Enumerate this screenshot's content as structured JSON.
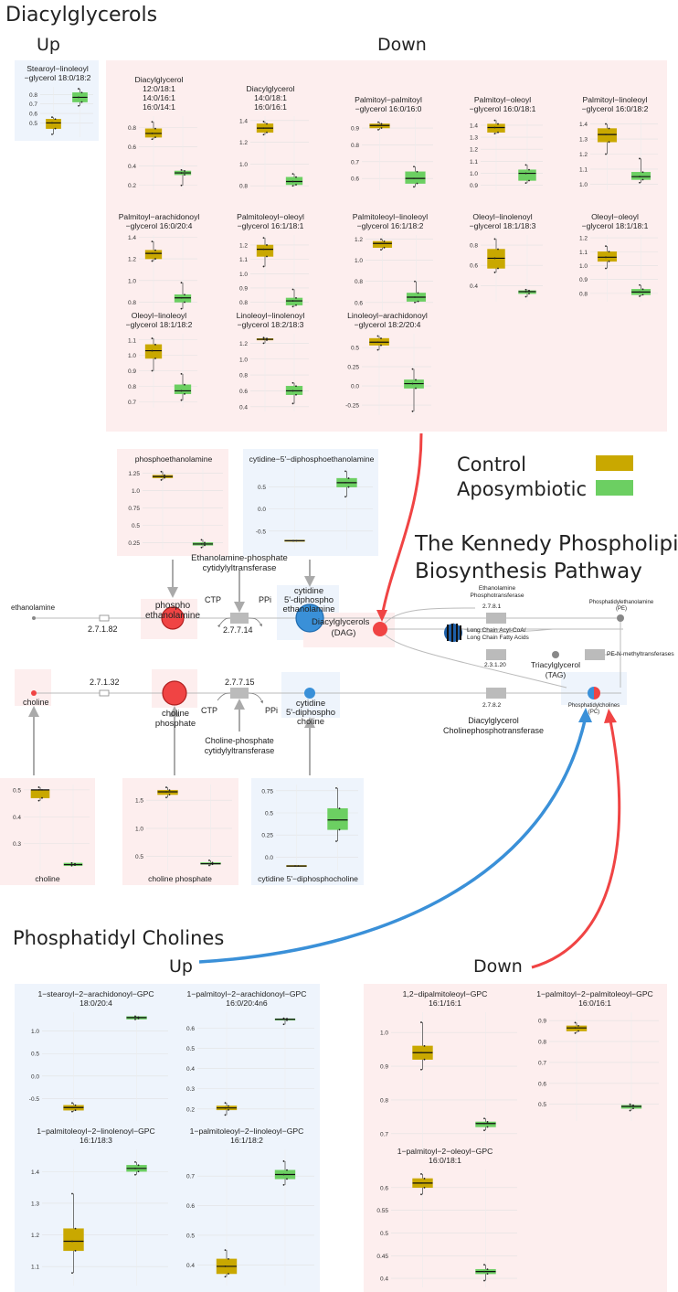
{
  "headings": {
    "dag": "Diacylglycerols",
    "dag_up": "Up",
    "dag_down": "Down",
    "kennedy_line1": "The Kennedy Phospholipid",
    "kennedy_line2": "Biosynthesis Pathway",
    "pc": "Phosphatidyl Cholines",
    "pc_up": "Up",
    "pc_down": "Down"
  },
  "legend": [
    {
      "label": "Control",
      "color": "#c9a800"
    },
    {
      "label": "Aposymbiotic",
      "color": "#6ccf62"
    }
  ],
  "colors": {
    "control": "#c9a800",
    "apo": "#6ccf62",
    "red": "#f04444",
    "blue": "#3a90d8",
    "grey": "#bbbbbb"
  },
  "pathway": {
    "ethanolamine": "ethanolamine",
    "ec_27182": "2.7.1.82",
    "phosphoethanolamine_l1": "phospho",
    "phosphoethanolamine_l2": "ethanolamine",
    "ctp_top": "CTP",
    "ppi_top": "PPi",
    "ec_27714": "2.7.7.14",
    "cdp_etn_l1": "cytidine",
    "cdp_etn_l2": "5'-diphospho",
    "cdp_etn_l3": "ethanolamine",
    "enz_etn_l1": "Ethanolamine-phosphate",
    "enz_etn_l2": "cytidylyltransferase",
    "dag_l1": "Diacylglycerols",
    "dag_l2": "(DAG)",
    "etn_ptrans_l1": "Ethanolamine",
    "etn_ptrans_l2": "Phosphotransferase",
    "ec_278v1": "2.7.8.1",
    "pe_l1": "Phosphatidylethanolamine",
    "pe_l2": "(PE)",
    "lcacoa_l1": "Long Chain Acyl-CoA/",
    "lcacoa_l2": "Long Chain Fatty Acids",
    "ec_23120": "2.3.1.20",
    "tag_l1": "Triacylglycerol",
    "tag_l2": "(TAG)",
    "pe_nmt": "PE-N-methyltransferases",
    "choline": "choline",
    "ec_27132": "2.7.1.32",
    "choline_p_l1": "choline",
    "choline_p_l2": "phosphate",
    "ctp_bot": "CTP",
    "ppi_bot": "PPi",
    "ec_27715": "2.7.7.15",
    "cdp_cho_l1": "cytidine",
    "cdp_cho_l2": "5'-diphospho",
    "cdp_cho_l3": "choline",
    "enz_cho_l1": "Choline-phosphate",
    "enz_cho_l2": "cytidylyltransferase",
    "ec_2782": "2.7.8.2",
    "cpt_l1": "Diacylglycerol",
    "cpt_l2": "Cholinephosphotransferase",
    "pc_l1": "Phosphatidylcholines",
    "pc_l2": "(PC)"
  },
  "chart_data": [
    {
      "id": "dag_up_1",
      "type": "box",
      "title": [
        "Stearoyl−linoleoyl",
        "−glycerol 18:0/18:2"
      ],
      "yticks": [
        0.5,
        0.6,
        0.7,
        0.8
      ],
      "ylim": [
        0.35,
        0.88
      ],
      "control": {
        "q1": 0.44,
        "med": 0.5,
        "q3": 0.54,
        "lo": 0.38,
        "hi": 0.56
      },
      "apo": {
        "q1": 0.72,
        "med": 0.77,
        "q3": 0.82,
        "lo": 0.68,
        "hi": 0.86
      }
    },
    {
      "id": "dag_1",
      "type": "box",
      "title": [
        "Diacylglycerol",
        "12:0/18:1",
        "14:0/16:1",
        "16:0/14:1"
      ],
      "yticks": [
        0.2,
        0.4,
        0.6,
        0.8
      ],
      "ylim": [
        0.15,
        0.92
      ],
      "control": {
        "q1": 0.7,
        "med": 0.74,
        "q3": 0.79,
        "lo": 0.68,
        "hi": 0.86
      },
      "apo": {
        "q1": 0.31,
        "med": 0.33,
        "q3": 0.35,
        "lo": 0.2,
        "hi": 0.36
      }
    },
    {
      "id": "dag_2",
      "type": "box",
      "title": [
        "Diacylglycerol",
        "14:0/18:1",
        "16:0/16:1"
      ],
      "yticks": [
        0.8,
        1.0,
        1.2,
        1.4
      ],
      "ylim": [
        0.76,
        1.44
      ],
      "control": {
        "q1": 1.29,
        "med": 1.33,
        "q3": 1.37,
        "lo": 1.27,
        "hi": 1.39
      },
      "apo": {
        "q1": 0.81,
        "med": 0.84,
        "q3": 0.88,
        "lo": 0.8,
        "hi": 0.91
      }
    },
    {
      "id": "dag_3",
      "type": "box",
      "title": [
        "Palmitoyl−palmitoyl",
        "−glycerol 16:0/16:0"
      ],
      "yticks": [
        0.6,
        0.7,
        0.8,
        0.9
      ],
      "ylim": [
        0.53,
        0.96
      ],
      "control": {
        "q1": 0.9,
        "med": 0.915,
        "q3": 0.925,
        "lo": 0.89,
        "hi": 0.935
      },
      "apo": {
        "q1": 0.57,
        "med": 0.6,
        "q3": 0.64,
        "lo": 0.55,
        "hi": 0.67
      }
    },
    {
      "id": "dag_4",
      "type": "box",
      "title": [
        "Palmitoyl−oleoyl",
        "−glycerol 16:0/18:1"
      ],
      "yticks": [
        0.9,
        1.0,
        1.1,
        1.2,
        1.3,
        1.4
      ],
      "ylim": [
        0.86,
        1.46
      ],
      "control": {
        "q1": 1.34,
        "med": 1.38,
        "q3": 1.41,
        "lo": 1.33,
        "hi": 1.44
      },
      "apo": {
        "q1": 0.94,
        "med": 1.0,
        "q3": 1.03,
        "lo": 0.92,
        "hi": 1.07
      }
    },
    {
      "id": "dag_5",
      "type": "box",
      "title": [
        "Palmitoyl−linoleoyl",
        "−glycerol 16:0/18:2"
      ],
      "yticks": [
        1.0,
        1.1,
        1.2,
        1.3,
        1.4
      ],
      "ylim": [
        0.96,
        1.44
      ],
      "control": {
        "q1": 1.28,
        "med": 1.33,
        "q3": 1.37,
        "lo": 1.2,
        "hi": 1.4
      },
      "apo": {
        "q1": 1.03,
        "med": 1.05,
        "q3": 1.08,
        "lo": 1.01,
        "hi": 1.17
      }
    },
    {
      "id": "dag_6",
      "type": "box",
      "title": [
        "Palmitoyl−arachidonoyl",
        "−glycerol 16:0/20:4"
      ],
      "yticks": [
        0.8,
        1.0,
        1.2,
        1.4
      ],
      "ylim": [
        0.72,
        1.42
      ],
      "control": {
        "q1": 1.2,
        "med": 1.25,
        "q3": 1.28,
        "lo": 1.18,
        "hi": 1.36
      },
      "apo": {
        "q1": 0.8,
        "med": 0.84,
        "q3": 0.87,
        "lo": 0.74,
        "hi": 0.98
      }
    },
    {
      "id": "dag_7",
      "type": "box",
      "title": [
        "Palmitoleoyl−oleoyl",
        "−glycerol 16:1/18:1"
      ],
      "yticks": [
        0.8,
        0.9,
        1.0,
        1.1,
        1.2
      ],
      "ylim": [
        0.74,
        1.27
      ],
      "control": {
        "q1": 1.12,
        "med": 1.17,
        "q3": 1.2,
        "lo": 1.05,
        "hi": 1.25
      },
      "apo": {
        "q1": 0.78,
        "med": 0.81,
        "q3": 0.83,
        "lo": 0.77,
        "hi": 0.89
      }
    },
    {
      "id": "dag_8",
      "type": "box",
      "title": [
        "Palmitoleoyl−linoleoyl",
        "−glycerol 16:1/18:2"
      ],
      "yticks": [
        0.6,
        0.8,
        1.0,
        1.2
      ],
      "ylim": [
        0.52,
        1.24
      ],
      "control": {
        "q1": 1.12,
        "med": 1.16,
        "q3": 1.18,
        "lo": 1.1,
        "hi": 1.2
      },
      "apo": {
        "q1": 0.61,
        "med": 0.65,
        "q3": 0.69,
        "lo": 0.6,
        "hi": 0.8
      }
    },
    {
      "id": "dag_9",
      "type": "box",
      "title": [
        "Oleoyl−linolenoyl",
        "−glycerol 18:1/18:3"
      ],
      "yticks": [
        0.4,
        0.6,
        0.8
      ],
      "ylim": [
        0.24,
        0.9
      ],
      "control": {
        "q1": 0.57,
        "med": 0.67,
        "q3": 0.76,
        "lo": 0.53,
        "hi": 0.86
      },
      "apo": {
        "q1": 0.32,
        "med": 0.34,
        "q3": 0.35,
        "lo": 0.29,
        "hi": 0.36
      }
    },
    {
      "id": "dag_10",
      "type": "box",
      "title": [
        "Oleoyl−oleoyl",
        "−glycerol 18:1/18:1"
      ],
      "yticks": [
        0.8,
        0.9,
        1.0,
        1.1,
        1.2
      ],
      "ylim": [
        0.74,
        1.22
      ],
      "control": {
        "q1": 1.03,
        "med": 1.06,
        "q3": 1.1,
        "lo": 0.98,
        "hi": 1.14
      },
      "apo": {
        "q1": 0.79,
        "med": 0.81,
        "q3": 0.83,
        "lo": 0.78,
        "hi": 0.86
      }
    },
    {
      "id": "dag_11",
      "type": "box",
      "title": [
        "Oleoyl−linoleoyl",
        "−glycerol 18:1/18:2"
      ],
      "yticks": [
        0.7,
        0.8,
        0.9,
        1.0,
        1.1
      ],
      "ylim": [
        0.66,
        1.14
      ],
      "control": {
        "q1": 0.98,
        "med": 1.03,
        "q3": 1.07,
        "lo": 0.9,
        "hi": 1.11
      },
      "apo": {
        "q1": 0.75,
        "med": 0.77,
        "q3": 0.81,
        "lo": 0.71,
        "hi": 0.88
      }
    },
    {
      "id": "dag_12",
      "type": "box",
      "title": [
        "Linoleoyl−linolenoyl",
        "−glycerol 18:2/18:3"
      ],
      "yticks": [
        0.4,
        0.6,
        0.8,
        1.0,
        1.2
      ],
      "ylim": [
        0.34,
        1.32
      ],
      "control": {
        "q1": 1.24,
        "med": 1.25,
        "q3": 1.26,
        "lo": 1.2,
        "hi": 1.27
      },
      "apo": {
        "q1": 0.55,
        "med": 0.6,
        "q3": 0.66,
        "lo": 0.44,
        "hi": 0.7
      }
    },
    {
      "id": "dag_13",
      "type": "box",
      "title": [
        "Linoleoyl−arachidonoyl",
        "−glycerol 18:2/20:4"
      ],
      "yticks": [
        -0.25,
        0.0,
        0.25,
        0.5
      ],
      "ylim": [
        -0.38,
        0.68
      ],
      "control": {
        "q1": 0.53,
        "med": 0.57,
        "q3": 0.62,
        "lo": 0.47,
        "hi": 0.65
      },
      "apo": {
        "q1": -0.03,
        "med": 0.03,
        "q3": 0.08,
        "lo": -0.33,
        "hi": 0.22
      }
    },
    {
      "id": "petn",
      "type": "box",
      "title": [
        "phosphoethanolamine"
      ],
      "yticks": [
        0.25,
        0.5,
        0.75,
        1.0,
        1.25
      ],
      "ylim": [
        0.15,
        1.32
      ],
      "control": {
        "q1": 1.18,
        "med": 1.2,
        "q3": 1.22,
        "lo": 1.15,
        "hi": 1.27
      },
      "apo": {
        "q1": 0.21,
        "med": 0.23,
        "q3": 0.25,
        "lo": 0.18,
        "hi": 0.29
      }
    },
    {
      "id": "cdpetn",
      "type": "box",
      "title": [
        "cytidine−5'−diphosphoethanolamine"
      ],
      "yticks": [
        -0.5,
        0.0,
        0.5
      ],
      "ylim": [
        -0.92,
        0.93
      ],
      "control": {
        "q1": -0.72,
        "med": -0.72,
        "q3": -0.72,
        "lo": -0.72,
        "hi": -0.72
      },
      "apo": {
        "q1": 0.5,
        "med": 0.6,
        "q3": 0.7,
        "lo": 0.28,
        "hi": 0.86
      }
    },
    {
      "id": "choline",
      "type": "box",
      "title": [
        "choline"
      ],
      "titleBottom": true,
      "yticks": [
        0.3,
        0.4,
        0.5
      ],
      "ylim": [
        0.2,
        0.52
      ],
      "control": {
        "q1": 0.47,
        "med": 0.5,
        "q3": 0.5,
        "lo": 0.46,
        "hi": 0.51
      },
      "apo": {
        "q1": 0.22,
        "med": 0.222,
        "q3": 0.225,
        "lo": 0.218,
        "hi": 0.228
      }
    },
    {
      "id": "cholp",
      "type": "box",
      "title": [
        "choline phosphate"
      ],
      "titleBottom": true,
      "yticks": [
        0.5,
        1.0,
        1.5
      ],
      "ylim": [
        0.25,
        1.78
      ],
      "control": {
        "q1": 1.6,
        "med": 1.65,
        "q3": 1.68,
        "lo": 1.55,
        "hi": 1.73
      },
      "apo": {
        "q1": 0.36,
        "med": 0.37,
        "q3": 0.39,
        "lo": 0.34,
        "hi": 0.43
      }
    },
    {
      "id": "cdpcho",
      "type": "box",
      "title": [
        "cytidine 5'−diphosphocholine"
      ],
      "titleBottom": true,
      "yticks": [
        0.0,
        0.25,
        0.5,
        0.75
      ],
      "ylim": [
        -0.15,
        0.82
      ],
      "control": {
        "q1": -0.1,
        "med": -0.1,
        "q3": -0.1,
        "lo": -0.1,
        "hi": -0.1
      },
      "apo": {
        "q1": 0.31,
        "med": 0.42,
        "q3": 0.55,
        "lo": 0.18,
        "hi": 0.78
      }
    },
    {
      "id": "pc_up_1",
      "type": "box",
      "title": [
        "1−stearoyl−2−arachidonoyl−GPC",
        "18:0/20:4"
      ],
      "yticks": [
        -0.5,
        0.0,
        0.5,
        1.0
      ],
      "ylim": [
        -1.0,
        1.42
      ],
      "control": {
        "q1": -0.76,
        "med": -0.7,
        "q3": -0.65,
        "lo": -0.79,
        "hi": -0.6
      },
      "apo": {
        "q1": 1.28,
        "med": 1.3,
        "q3": 1.31,
        "lo": 1.26,
        "hi": 1.33
      }
    },
    {
      "id": "pc_up_2",
      "type": "box",
      "title": [
        "1−palmitoyl−2−arachidonoyl−GPC",
        "16:0/20:4n6"
      ],
      "yticks": [
        0.2,
        0.3,
        0.4,
        0.5,
        0.6
      ],
      "ylim": [
        0.14,
        0.68
      ],
      "control": {
        "q1": 0.195,
        "med": 0.205,
        "q3": 0.215,
        "lo": 0.17,
        "hi": 0.23
      },
      "apo": {
        "q1": 0.64,
        "med": 0.645,
        "q3": 0.648,
        "lo": 0.62,
        "hi": 0.65
      }
    },
    {
      "id": "pc_up_3",
      "type": "box",
      "title": [
        "1−palmitoleoyl−2−linolenoyl−GPC",
        "16:1/18:3"
      ],
      "yticks": [
        1.1,
        1.2,
        1.3,
        1.4
      ],
      "ylim": [
        1.04,
        1.47
      ],
      "control": {
        "q1": 1.15,
        "med": 1.18,
        "q3": 1.22,
        "lo": 1.08,
        "hi": 1.33
      },
      "apo": {
        "q1": 1.4,
        "med": 1.41,
        "q3": 1.42,
        "lo": 1.39,
        "hi": 1.43
      }
    },
    {
      "id": "pc_up_4",
      "type": "box",
      "title": [
        "1−palmitoleoyl−2−linoleoyl−GPC",
        "16:1/18:2"
      ],
      "yticks": [
        0.4,
        0.5,
        0.6,
        0.7
      ],
      "ylim": [
        0.33,
        0.79
      ],
      "control": {
        "q1": 0.37,
        "med": 0.395,
        "q3": 0.42,
        "lo": 0.36,
        "hi": 0.45
      },
      "apo": {
        "q1": 0.69,
        "med": 0.705,
        "q3": 0.72,
        "lo": 0.67,
        "hi": 0.75
      }
    },
    {
      "id": "pc_down_1",
      "type": "box",
      "title": [
        "1,2−dipalmitoleoyl−GPC",
        "16:1/16:1"
      ],
      "yticks": [
        0.7,
        0.8,
        0.9,
        1.0
      ],
      "ylim": [
        0.64,
        1.06
      ],
      "control": {
        "q1": 0.92,
        "med": 0.94,
        "q3": 0.96,
        "lo": 0.89,
        "hi": 1.03
      },
      "apo": {
        "q1": 0.72,
        "med": 0.73,
        "q3": 0.735,
        "lo": 0.71,
        "hi": 0.745
      }
    },
    {
      "id": "pc_down_2",
      "type": "box",
      "title": [
        "1−palmitoyl−2−palmitoleoyl−GPC",
        "16:0/16:1"
      ],
      "yticks": [
        0.5,
        0.6,
        0.7,
        0.8,
        0.9
      ],
      "ylim": [
        0.42,
        0.94
      ],
      "control": {
        "q1": 0.85,
        "med": 0.865,
        "q3": 0.875,
        "lo": 0.84,
        "hi": 0.89
      },
      "apo": {
        "q1": 0.48,
        "med": 0.49,
        "q3": 0.495,
        "lo": 0.47,
        "hi": 0.5
      }
    },
    {
      "id": "pc_down_3",
      "type": "box",
      "title": [
        "1−palmitoyl−2−oleoyl−GPC",
        "16:0/18:1"
      ],
      "yticks": [
        0.4,
        0.45,
        0.5,
        0.55,
        0.6
      ],
      "ylim": [
        0.38,
        0.64
      ],
      "control": {
        "q1": 0.6,
        "med": 0.61,
        "q3": 0.62,
        "lo": 0.585,
        "hi": 0.63
      },
      "apo": {
        "q1": 0.41,
        "med": 0.415,
        "q3": 0.42,
        "lo": 0.395,
        "hi": 0.43
      }
    }
  ]
}
